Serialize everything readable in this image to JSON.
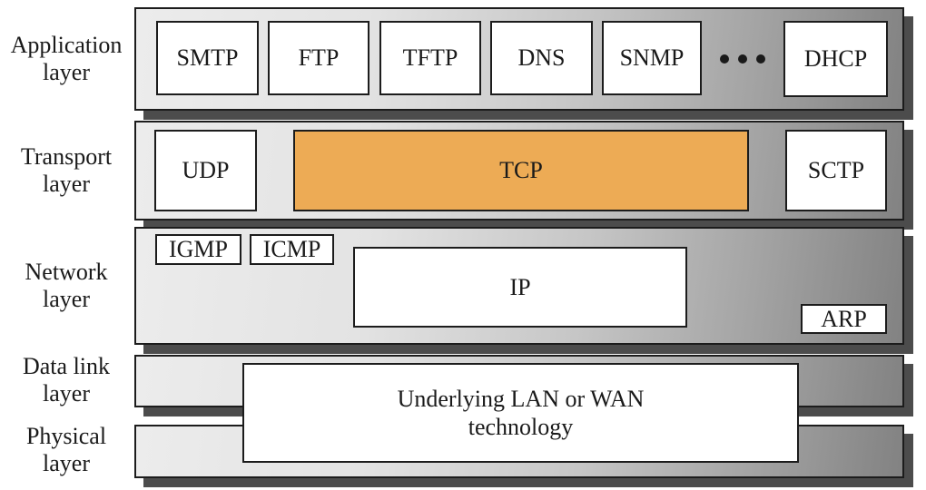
{
  "layers": {
    "application": {
      "label_line1": "Application",
      "label_line2": "layer"
    },
    "transport": {
      "label_line1": "Transport",
      "label_line2": "layer"
    },
    "network": {
      "label_line1": "Network",
      "label_line2": "layer"
    },
    "data_link": {
      "label_line1": "Data link",
      "label_line2": "layer"
    },
    "physical": {
      "label_line1": "Physical",
      "label_line2": "layer"
    }
  },
  "protocols": {
    "smtp": "SMTP",
    "ftp": "FTP",
    "tftp": "TFTP",
    "dns": "DNS",
    "snmp": "SNMP",
    "dhcp": "DHCP",
    "udp": "UDP",
    "tcp": "TCP",
    "sctp": "SCTP",
    "igmp": "IGMP",
    "icmp": "ICMP",
    "ip": "IP",
    "arp": "ARP"
  },
  "lan_wan_box": {
    "line1": "Underlying LAN or WAN",
    "line2": "technology"
  },
  "icons": {
    "ellipsis": "horizontal-ellipsis-dots"
  },
  "colors": {
    "tcp_fill": "#EDAB55",
    "band_light": "#ECECEC",
    "band_mid": "#C6C6C6",
    "band_dark": "#828282",
    "shadow": "#4C4C4C",
    "border": "#1C1C1C",
    "box_fill": "#FFFFFF",
    "text": "#1A1A1A"
  }
}
